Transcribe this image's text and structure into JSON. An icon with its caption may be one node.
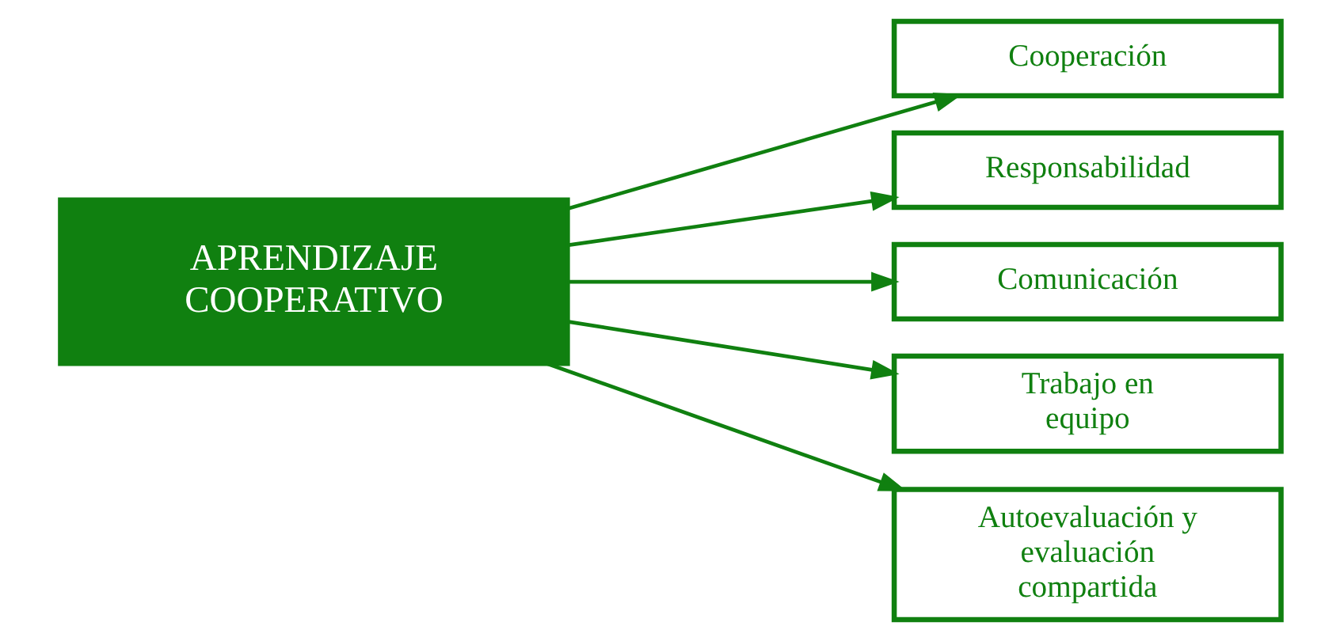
{
  "diagram": {
    "nodes": [
      {
        "text": [
          "APRENDIZAJE COOPERATIVO"
        ]
      },
      {
        "text": [
          "Cooperación"
        ]
      },
      {
        "text": [
          "Responsabilidad"
        ]
      },
      {
        "text": [
          "Comunicación"
        ]
      },
      {
        "text": [
          "Trabajo en equipo"
        ]
      },
      {
        "text": [
          "Autoevaluación y evaluación compartida"
        ]
      }
    ],
    "edges": [
      {
        "from": 0,
        "to": 1,
        "arrow": "to"
      },
      {
        "from": 0,
        "to": 2,
        "arrow": "to"
      },
      {
        "from": 0,
        "to": 3,
        "arrow": "to"
      },
      {
        "from": 0,
        "to": 4,
        "arrow": "to"
      },
      {
        "from": 0,
        "to": 5,
        "arrow": "to"
      }
    ]
  }
}
